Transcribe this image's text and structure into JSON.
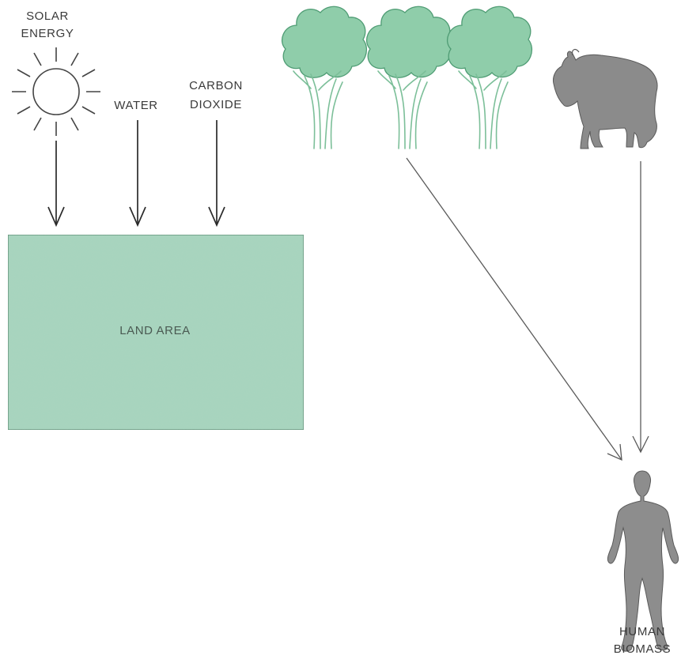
{
  "labels": {
    "solar_energy": [
      "SOLAR",
      "ENERGY"
    ],
    "water": "WATER",
    "carbon_dioxide": [
      "CARBON",
      "DIOXIDE"
    ],
    "land_area": "LAND AREA",
    "human_biomass": [
      "HUMAN",
      "BIOMASS"
    ]
  },
  "icons": {
    "sun": "sun-icon",
    "trees": "tree-icon",
    "animal": "mountain-goat-icon",
    "human": "human-figure-icon"
  },
  "colors": {
    "land_fill": "#a9d6c0",
    "land_border": "#5f8f76",
    "land_text": "#4a5a52",
    "foliage": "#8fcdaa",
    "foliage_stroke": "#4f9c74",
    "trunk_stroke": "#7cbf99",
    "animal": "#8b8b8b",
    "human": "#8d8d8d",
    "line": "#2a2a2a",
    "thin_line": "#5a5a5a",
    "text": "#3a3a3a"
  }
}
